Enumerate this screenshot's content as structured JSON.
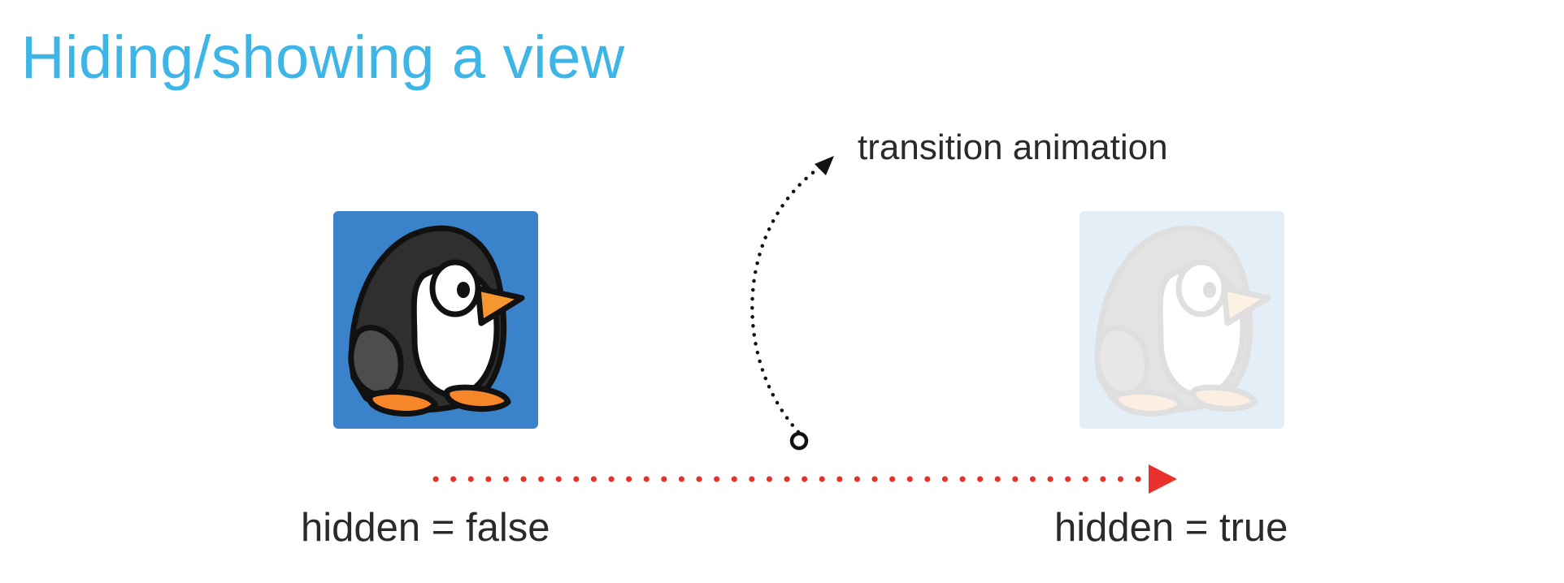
{
  "title": "Hiding/showing a view",
  "animation_label": "transition animation",
  "state_left": "hidden = false",
  "state_right": "hidden = true",
  "colors": {
    "title": "#3db5e6",
    "tile_background": "#3a82c9",
    "arrow_red": "#e8302c",
    "text": "#2a2a2a"
  },
  "icons": {
    "character": "penguin-icon"
  },
  "hidden_view_opacity": 0.13
}
